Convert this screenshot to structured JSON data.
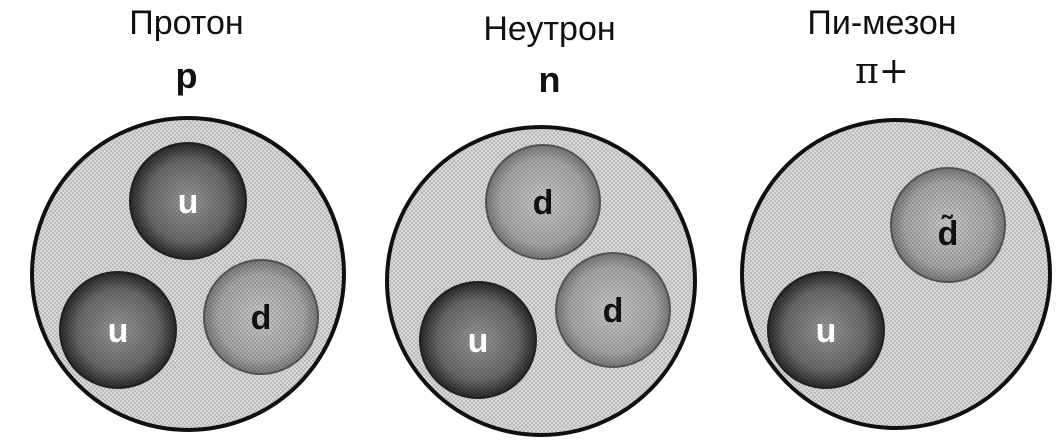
{
  "particles": [
    {
      "name": "Протон",
      "symbol": "p",
      "quarks": [
        {
          "label": "u",
          "tone": "dark"
        },
        {
          "label": "u",
          "tone": "dark"
        },
        {
          "label": "d",
          "tone": "light"
        }
      ]
    },
    {
      "name": "Неутрон",
      "symbol": "n",
      "quarks": [
        {
          "label": "d",
          "tone": "light"
        },
        {
          "label": "u",
          "tone": "dark"
        },
        {
          "label": "d",
          "tone": "light"
        }
      ]
    },
    {
      "name": "Пи-мезон",
      "symbol": "π+",
      "quarks": [
        {
          "label": "d̃",
          "tone": "light"
        },
        {
          "label": "u",
          "tone": "dark"
        }
      ]
    }
  ],
  "colors": {
    "outline": "#111111",
    "hadron_fill": "#d9d9d9",
    "quark_dark": "#555555",
    "quark_light": "#a6a6a6"
  }
}
